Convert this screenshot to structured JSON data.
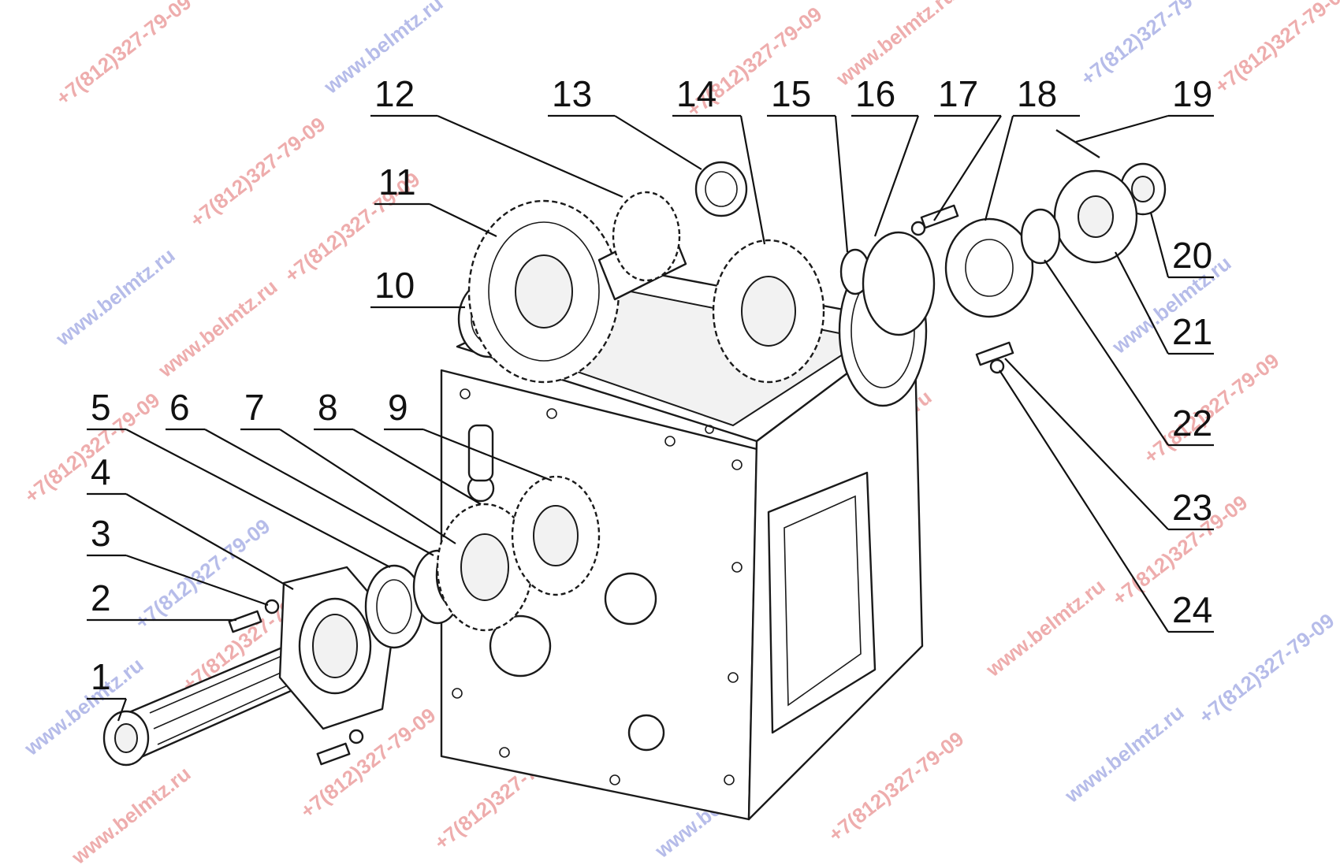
{
  "diagram": {
    "labels": [
      "1",
      "2",
      "3",
      "4",
      "5",
      "6",
      "7",
      "8",
      "9",
      "10",
      "11",
      "12",
      "13",
      "14",
      "15",
      "16",
      "17",
      "18",
      "19",
      "20",
      "21",
      "22",
      "23",
      "24"
    ]
  },
  "watermarks": {
    "site": "www.belmtz.ru",
    "phone": "+7(812)327-79-09",
    "colors": {
      "site": "#7a86d8",
      "phone": "#e06a6a",
      "faint": "#cfcfcf"
    }
  }
}
